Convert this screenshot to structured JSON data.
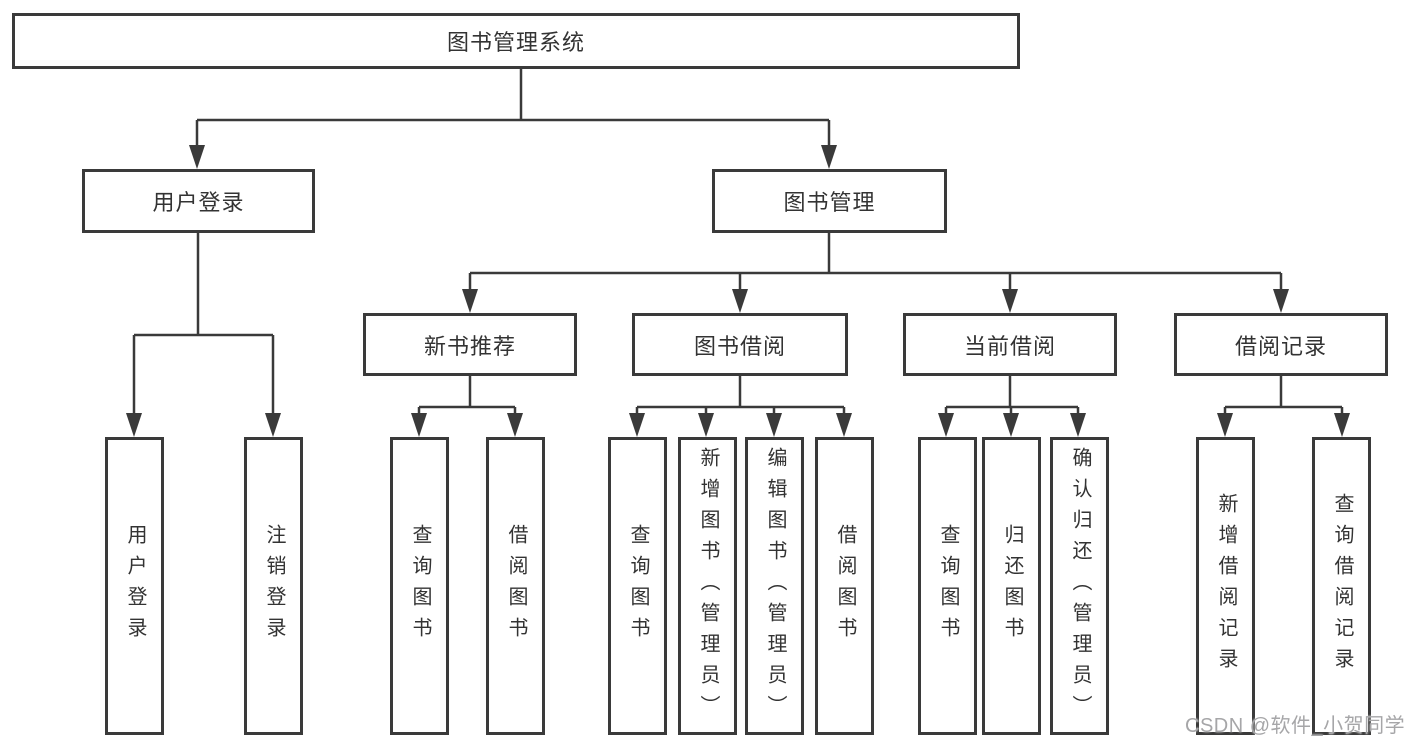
{
  "diagram_title": "图书管理系统",
  "colors": {
    "line": "#3a3a3a",
    "text": "#333333",
    "background": "#ffffff",
    "watermark": "#a6a6a8"
  },
  "tree": {
    "root": {
      "label": "图书管理系统",
      "children": [
        {
          "label": "用户登录",
          "children": [
            {
              "label": "用户登录"
            },
            {
              "label": "注销登录"
            }
          ]
        },
        {
          "label": "图书管理",
          "children": [
            {
              "label": "新书推荐",
              "children": [
                {
                  "label": "查询图书"
                },
                {
                  "label": "借阅图书"
                }
              ]
            },
            {
              "label": "图书借阅",
              "children": [
                {
                  "label": "查询图书"
                },
                {
                  "label": "新增图书（管理员）"
                },
                {
                  "label": "编辑图书（管理员）"
                },
                {
                  "label": "借阅图书"
                }
              ]
            },
            {
              "label": "当前借阅",
              "children": [
                {
                  "label": "查询图书"
                },
                {
                  "label": "归还图书"
                },
                {
                  "label": "确认归还（管理员）"
                }
              ]
            },
            {
              "label": "借阅记录",
              "children": [
                {
                  "label": "新增借阅记录"
                },
                {
                  "label": "查询借阅记录"
                }
              ]
            }
          ]
        }
      ]
    }
  },
  "watermark": {
    "text": "CSDN @软件_小贺同学"
  }
}
